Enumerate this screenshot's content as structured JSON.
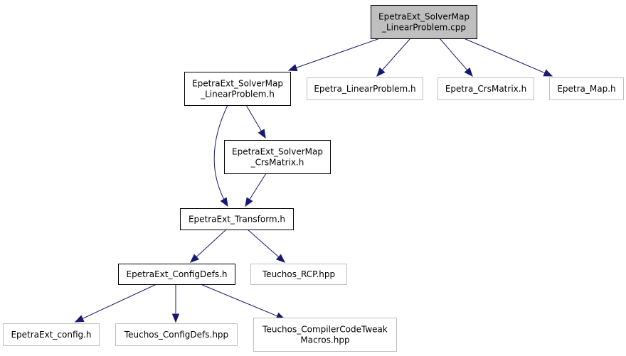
{
  "colors": {
    "edge": "#191970",
    "root_fill": "#bfbfbf",
    "node_fill": "#ffffff",
    "dark_border": "#000000",
    "grey_border": "#bfbfbf"
  },
  "nodes": {
    "root_cpp": {
      "lines": [
        "EpetraExt_SolverMap",
        "_LinearProblem.cpp"
      ]
    },
    "solvermap_lp_h": {
      "lines": [
        "EpetraExt_SolverMap",
        "_LinearProblem.h"
      ]
    },
    "epetra_linearproblem_h": {
      "lines": [
        "Epetra_LinearProblem.h"
      ]
    },
    "epetra_crsmatrix_h": {
      "lines": [
        "Epetra_CrsMatrix.h"
      ]
    },
    "epetra_map_h": {
      "lines": [
        "Epetra_Map.h"
      ]
    },
    "solvermap_crs_h": {
      "lines": [
        "EpetraExt_SolverMap",
        "_CrsMatrix.h"
      ]
    },
    "transform_h": {
      "lines": [
        "EpetraExt_Transform.h"
      ]
    },
    "configdefs_h": {
      "lines": [
        "EpetraExt_ConfigDefs.h"
      ]
    },
    "teuchos_rcp_hpp": {
      "lines": [
        "Teuchos_RCP.hpp"
      ]
    },
    "epetraext_config_h": {
      "lines": [
        "EpetraExt_config.h"
      ]
    },
    "teuchos_configdefs_hpp": {
      "lines": [
        "Teuchos_ConfigDefs.hpp"
      ]
    },
    "teuchos_compiler_hpp": {
      "lines": [
        "Teuchos_CompilerCodeTweak",
        "Macros.hpp"
      ]
    }
  },
  "edges": [
    [
      "root_cpp",
      "solvermap_lp_h"
    ],
    [
      "root_cpp",
      "epetra_linearproblem_h"
    ],
    [
      "root_cpp",
      "epetra_crsmatrix_h"
    ],
    [
      "root_cpp",
      "epetra_map_h"
    ],
    [
      "solvermap_lp_h",
      "solvermap_crs_h"
    ],
    [
      "solvermap_lp_h",
      "transform_h"
    ],
    [
      "solvermap_crs_h",
      "transform_h"
    ],
    [
      "transform_h",
      "configdefs_h"
    ],
    [
      "transform_h",
      "teuchos_rcp_hpp"
    ],
    [
      "configdefs_h",
      "epetraext_config_h"
    ],
    [
      "configdefs_h",
      "teuchos_configdefs_hpp"
    ],
    [
      "configdefs_h",
      "teuchos_compiler_hpp"
    ]
  ]
}
